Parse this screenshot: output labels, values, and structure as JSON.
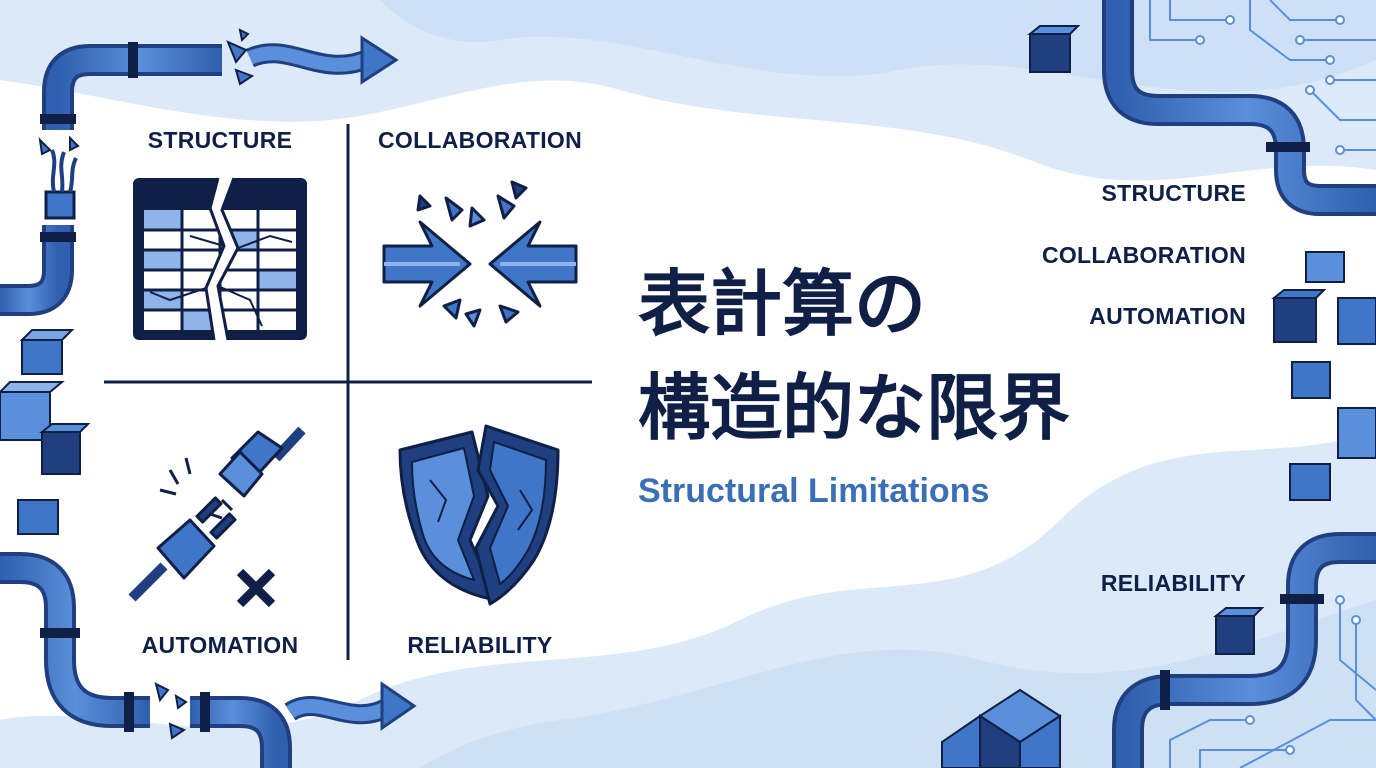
{
  "title": {
    "line1": "表計算の",
    "line2": "構造的な限界",
    "subtitle": "Structural Limitations"
  },
  "quadrants": [
    {
      "label": "STRUCTURE",
      "icon": "cracked-spreadsheet-icon"
    },
    {
      "label": "COLLABORATION",
      "icon": "colliding-arrows-icon"
    },
    {
      "label": "AUTOMATION",
      "icon": "disconnected-plug-icon"
    },
    {
      "label": "RELIABILITY",
      "icon": "broken-shield-icon"
    }
  ],
  "side_labels": [
    "STRUCTURE",
    "COLLABORATION",
    "AUTOMATION",
    "RELIABILITY"
  ],
  "colors": {
    "navy": "#0f1f45",
    "blue": "#3a6fb5",
    "pipe": "#3f76c8",
    "light_blue": "#dbe9f8"
  }
}
